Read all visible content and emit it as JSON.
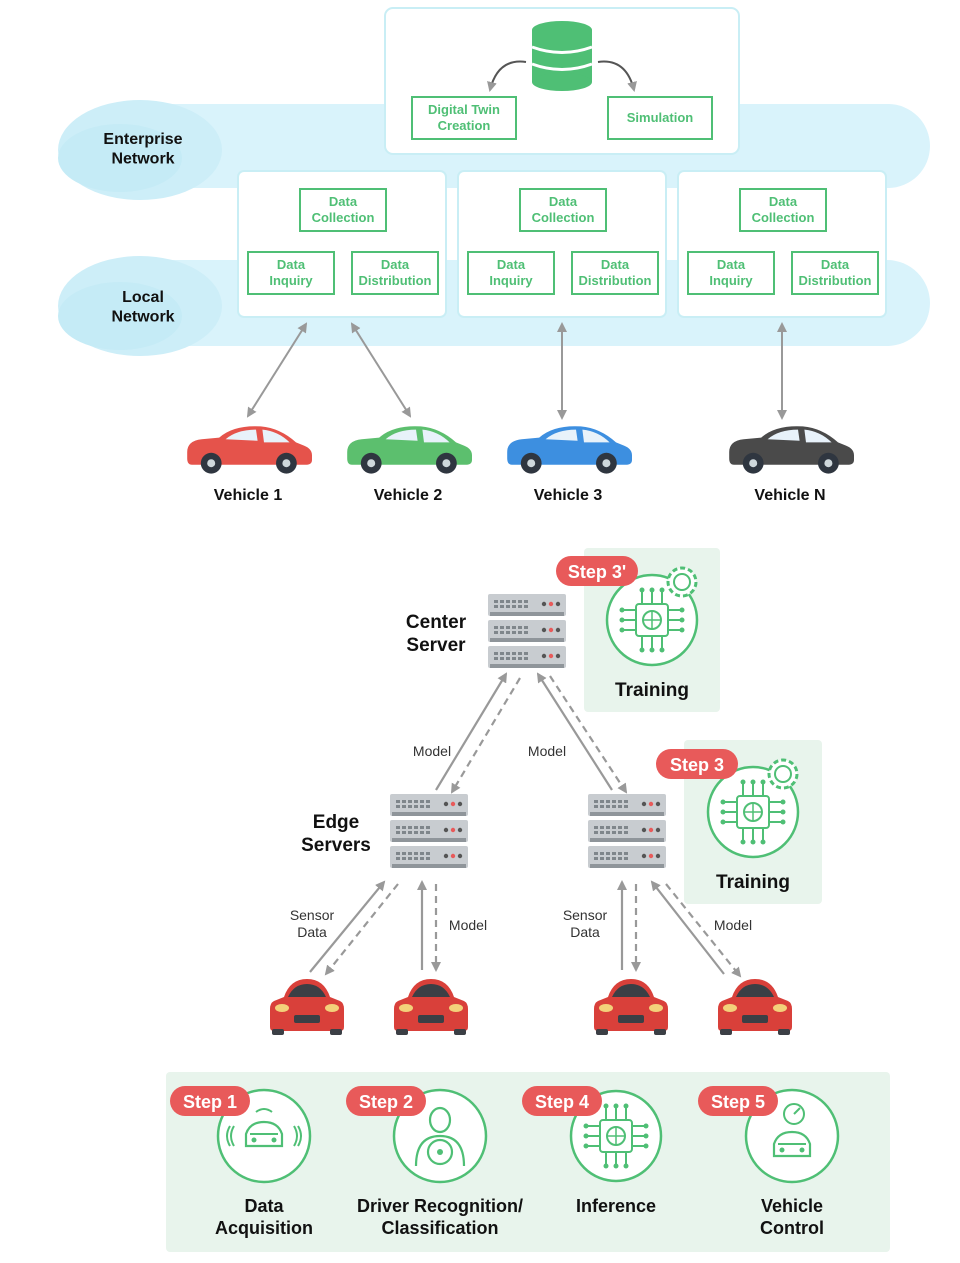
{
  "colors": {
    "cloud": "#d9f3fb",
    "cloud_edge": "#c7ecf7",
    "panel_border": "#c9eef5",
    "green": "#4fbf75",
    "green_text": "#4fbf75",
    "step_red": "#e85a5a",
    "light_green_bg": "#e8f4ec",
    "arrow": "#999999",
    "text_dark": "#111111"
  },
  "top": {
    "networks": {
      "enterprise": "Enterprise\nNetwork",
      "local": "Local\nNetwork"
    },
    "center_panel": {
      "icon": "database-icon",
      "left_box": "Digital Twin\nCreation",
      "right_box": "Simulation"
    },
    "edge_panels": [
      {
        "collection": "Data\nCollection",
        "inquiry": "Data\nInquiry",
        "distribution": "Data\nDistribution"
      },
      {
        "collection": "Data\nCollection",
        "inquiry": "Data\nInquiry",
        "distribution": "Data\nDistribution"
      },
      {
        "collection": "Data\nCollection",
        "inquiry": "Data\nInquiry",
        "distribution": "Data\nDistribution"
      }
    ],
    "vehicles": [
      {
        "label": "Vehicle 1",
        "color": "#e5534b",
        "icon": "car-icon"
      },
      {
        "label": "Vehicle 2",
        "color": "#5cbf6e",
        "icon": "car-icon"
      },
      {
        "label": "Vehicle 3",
        "color": "#3d8fe0",
        "icon": "car-icon"
      },
      {
        "label": "Vehicle N",
        "color": "#4a4a4a",
        "icon": "car-icon"
      }
    ]
  },
  "bottom": {
    "center_server": {
      "label": "Center\nServer",
      "icon": "server-icon"
    },
    "edge_servers": {
      "label": "Edge\nServers",
      "icon": "server-icon"
    },
    "training_boxes": [
      {
        "step": "Step 3'",
        "label": "Training",
        "icon": "ai-chip-gear-icon"
      },
      {
        "step": "Step 3",
        "label": "Training",
        "icon": "ai-chip-gear-icon"
      }
    ],
    "arrow_labels": {
      "model": "Model",
      "sensor_data": "Sensor\nData"
    },
    "car_color": "#d9403a",
    "steps": [
      {
        "step": "Step 1",
        "label": "Data\nAcquisition",
        "icon": "car-sensor-icon"
      },
      {
        "step": "Step 2",
        "label": "Driver Recognition/\nClassification",
        "icon": "driver-icon"
      },
      {
        "step": "Step 4",
        "label": "Inference",
        "icon": "ai-chip-icon"
      },
      {
        "step": "Step 5",
        "label": "Vehicle\nControl",
        "icon": "car-speedometer-icon"
      }
    ]
  }
}
